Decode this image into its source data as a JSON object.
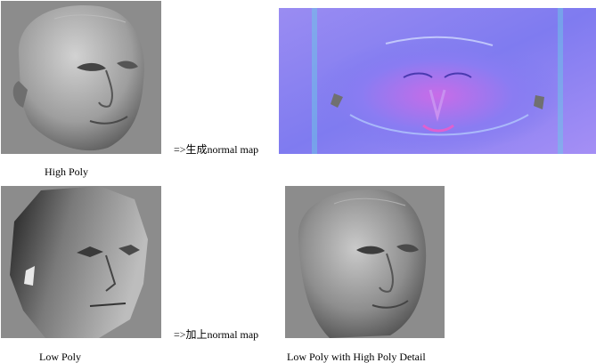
{
  "captions": {
    "high_poly": "High Poly",
    "low_poly": "Low Poly",
    "result": "Low Poly with High Poly Detail"
  },
  "arrows": {
    "generate": "=>生成normal map",
    "apply": "=>加上normal map"
  }
}
